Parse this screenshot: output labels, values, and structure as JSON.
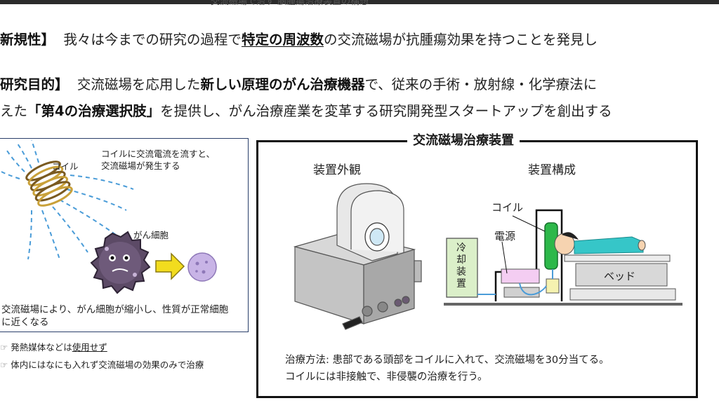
{
  "header": {
    "title": "交流磁場で治す 脳腫瘍治療装置の構想"
  },
  "novelty": {
    "bracket": "新規性】",
    "pre": "我々は今までの研究の過程で",
    "strong": "特定の周波数",
    "post": "の交流磁場が抗腫瘍効果を持つことを発見し"
  },
  "purpose": {
    "bracket": "研究目的】",
    "pre": "交流磁場を応用した",
    "strong": "新しい原理のがん治療機器",
    "post": "で、従来の手術・放射線・化学療法に"
  },
  "purpose2": {
    "pre": "えた",
    "strong": "「第4の治療選択肢」",
    "post": "を提供し、がん治療産業を変革する研究開発型スタートアップを創出する"
  },
  "left_panel": {
    "coil_label": "コイル",
    "coil_note_1": "コイルに交流電流を流すと、",
    "coil_note_2": "交流磁場が発生する",
    "cancer_label": "がん細胞",
    "caption_1": "交流磁場により、がん細胞が縮小し、性質が正常細胞",
    "caption_2": "に近くなる"
  },
  "notes": {
    "note1_pre": "発熱媒体などは",
    "note1_u": "使用せず",
    "note2": "体内にはなにも入れず交流磁場の効果のみで治療"
  },
  "right_panel": {
    "title": "交流磁場治療装置",
    "appearance_label": "装置外観",
    "config_label": "装置構成",
    "coil_label": "コイル",
    "power_label": "電源",
    "cooling_label": "冷却装置",
    "bed_label": "ベッド",
    "method_1": "治療方法: 患部である頭部をコイルに入れて、交流磁場を30分当てる。",
    "method_2": "コイルには非接触で、非侵襲の治療を行う。"
  },
  "colors": {
    "frame_blue": "#2a3f6a",
    "coil_green": "#2db84a",
    "accent_yellow": "#f2dc1e",
    "cancer_purple": "#5c4a66",
    "cooling_green": "#dbefc9"
  }
}
